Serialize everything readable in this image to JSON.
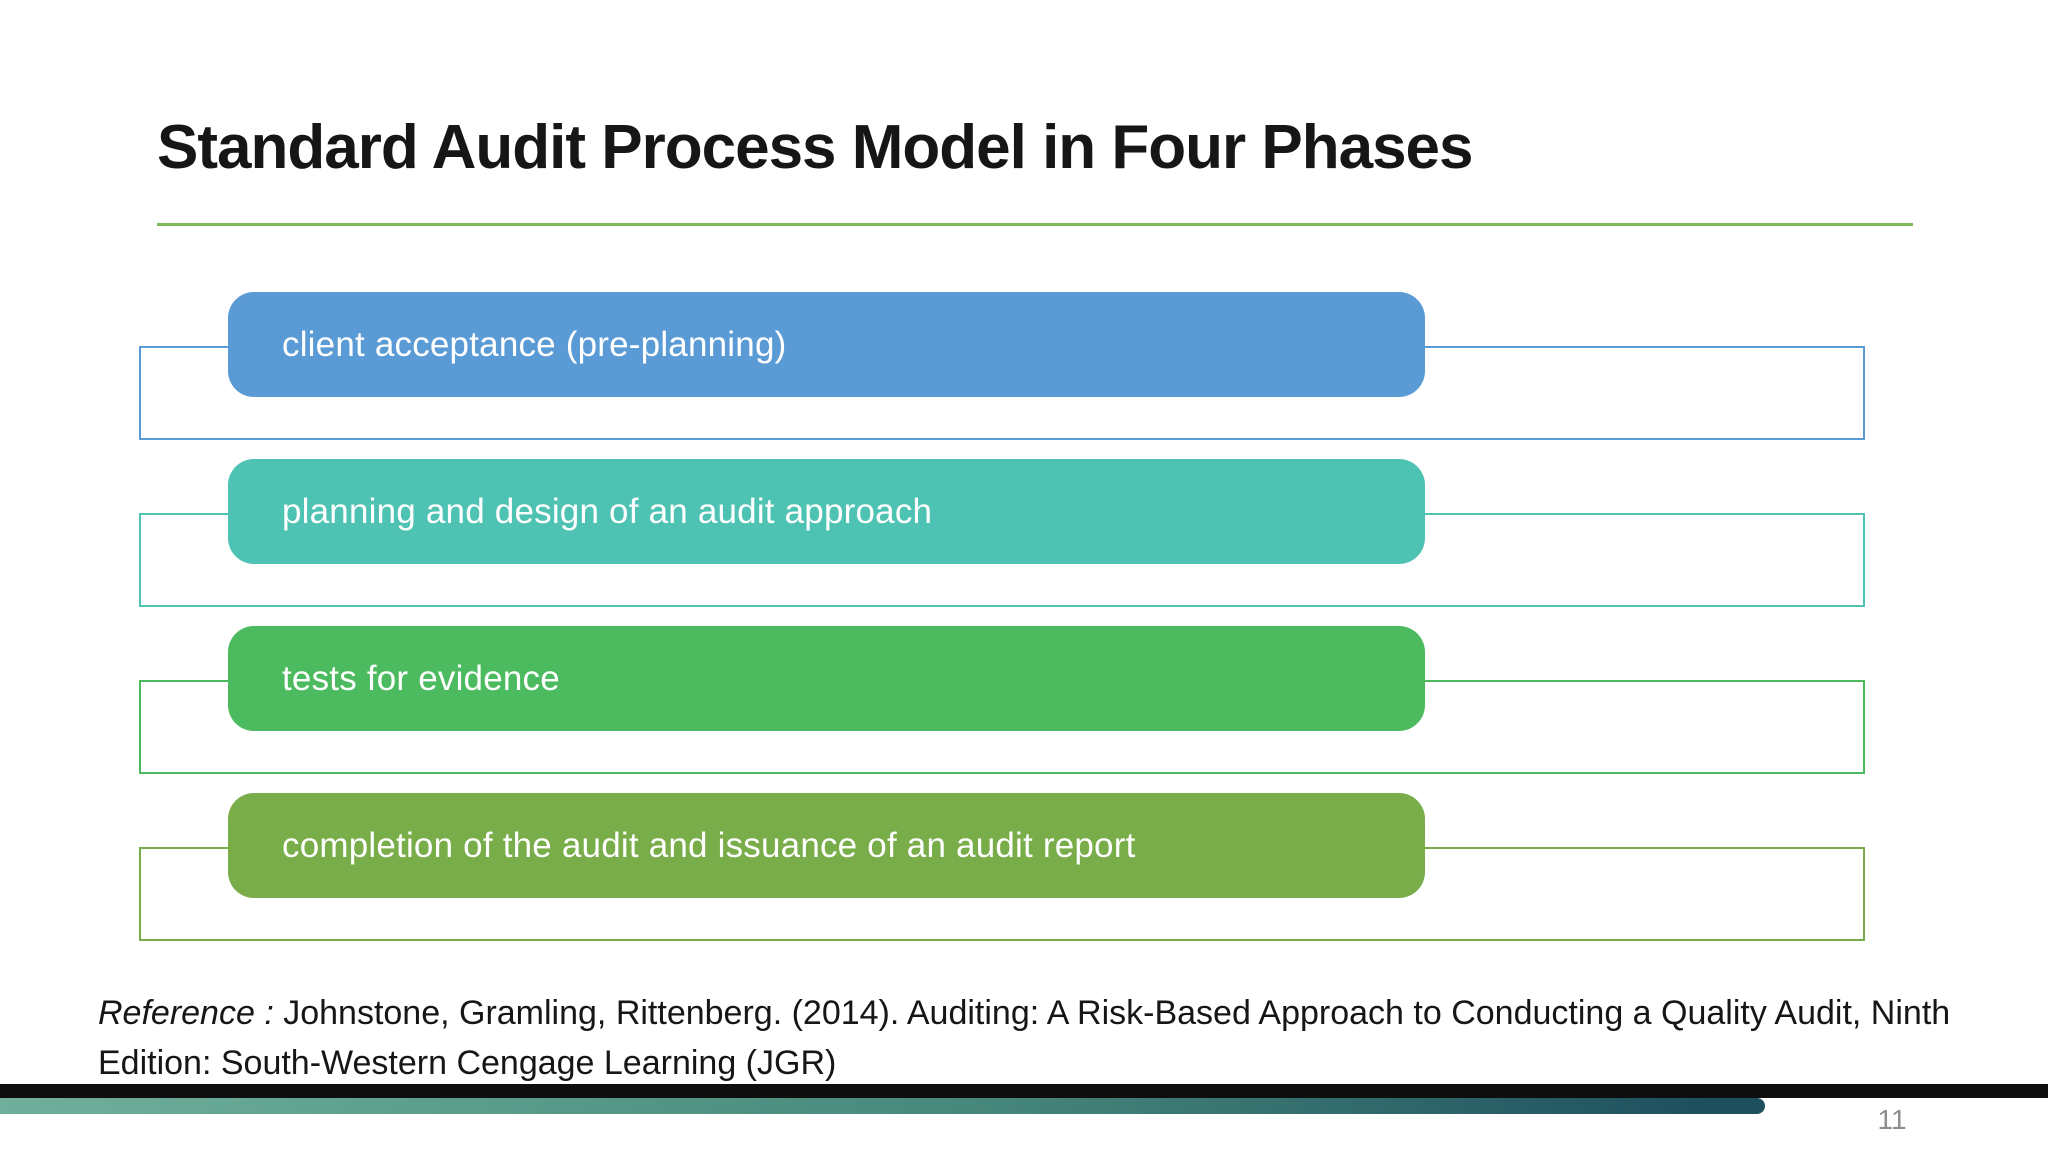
{
  "slide": {
    "title": "Standard Audit Process Model in Four Phases",
    "page_number": "11"
  },
  "phases": [
    {
      "label": "client acceptance (pre-planning)",
      "color": "#5B9BD5"
    },
    {
      "label": "planning and design of an audit approach",
      "color": "#4EC3B3"
    },
    {
      "label": "tests for evidence",
      "color": "#4CBB5F"
    },
    {
      "label": "completion of the audit and issuance of an audit report",
      "color": "#78AD49"
    }
  ],
  "reference": {
    "label": "Reference :",
    "text": " Johnstone, Gramling, Rittenberg. (2014). Auditing: A Risk-Based Approach to Conducting a Quality Audit, Ninth Edition: South-Western Cengage Learning (JGR)"
  },
  "colors": {
    "title_underline": "#7BB95A",
    "footer_bar_black": "#0e0e0e",
    "footer_gradient_left": "#6FAF9B",
    "footer_gradient_mid": "#48887B",
    "footer_gradient_right": "#1D4F5E",
    "page_number_gray": "#8c8c8c"
  }
}
